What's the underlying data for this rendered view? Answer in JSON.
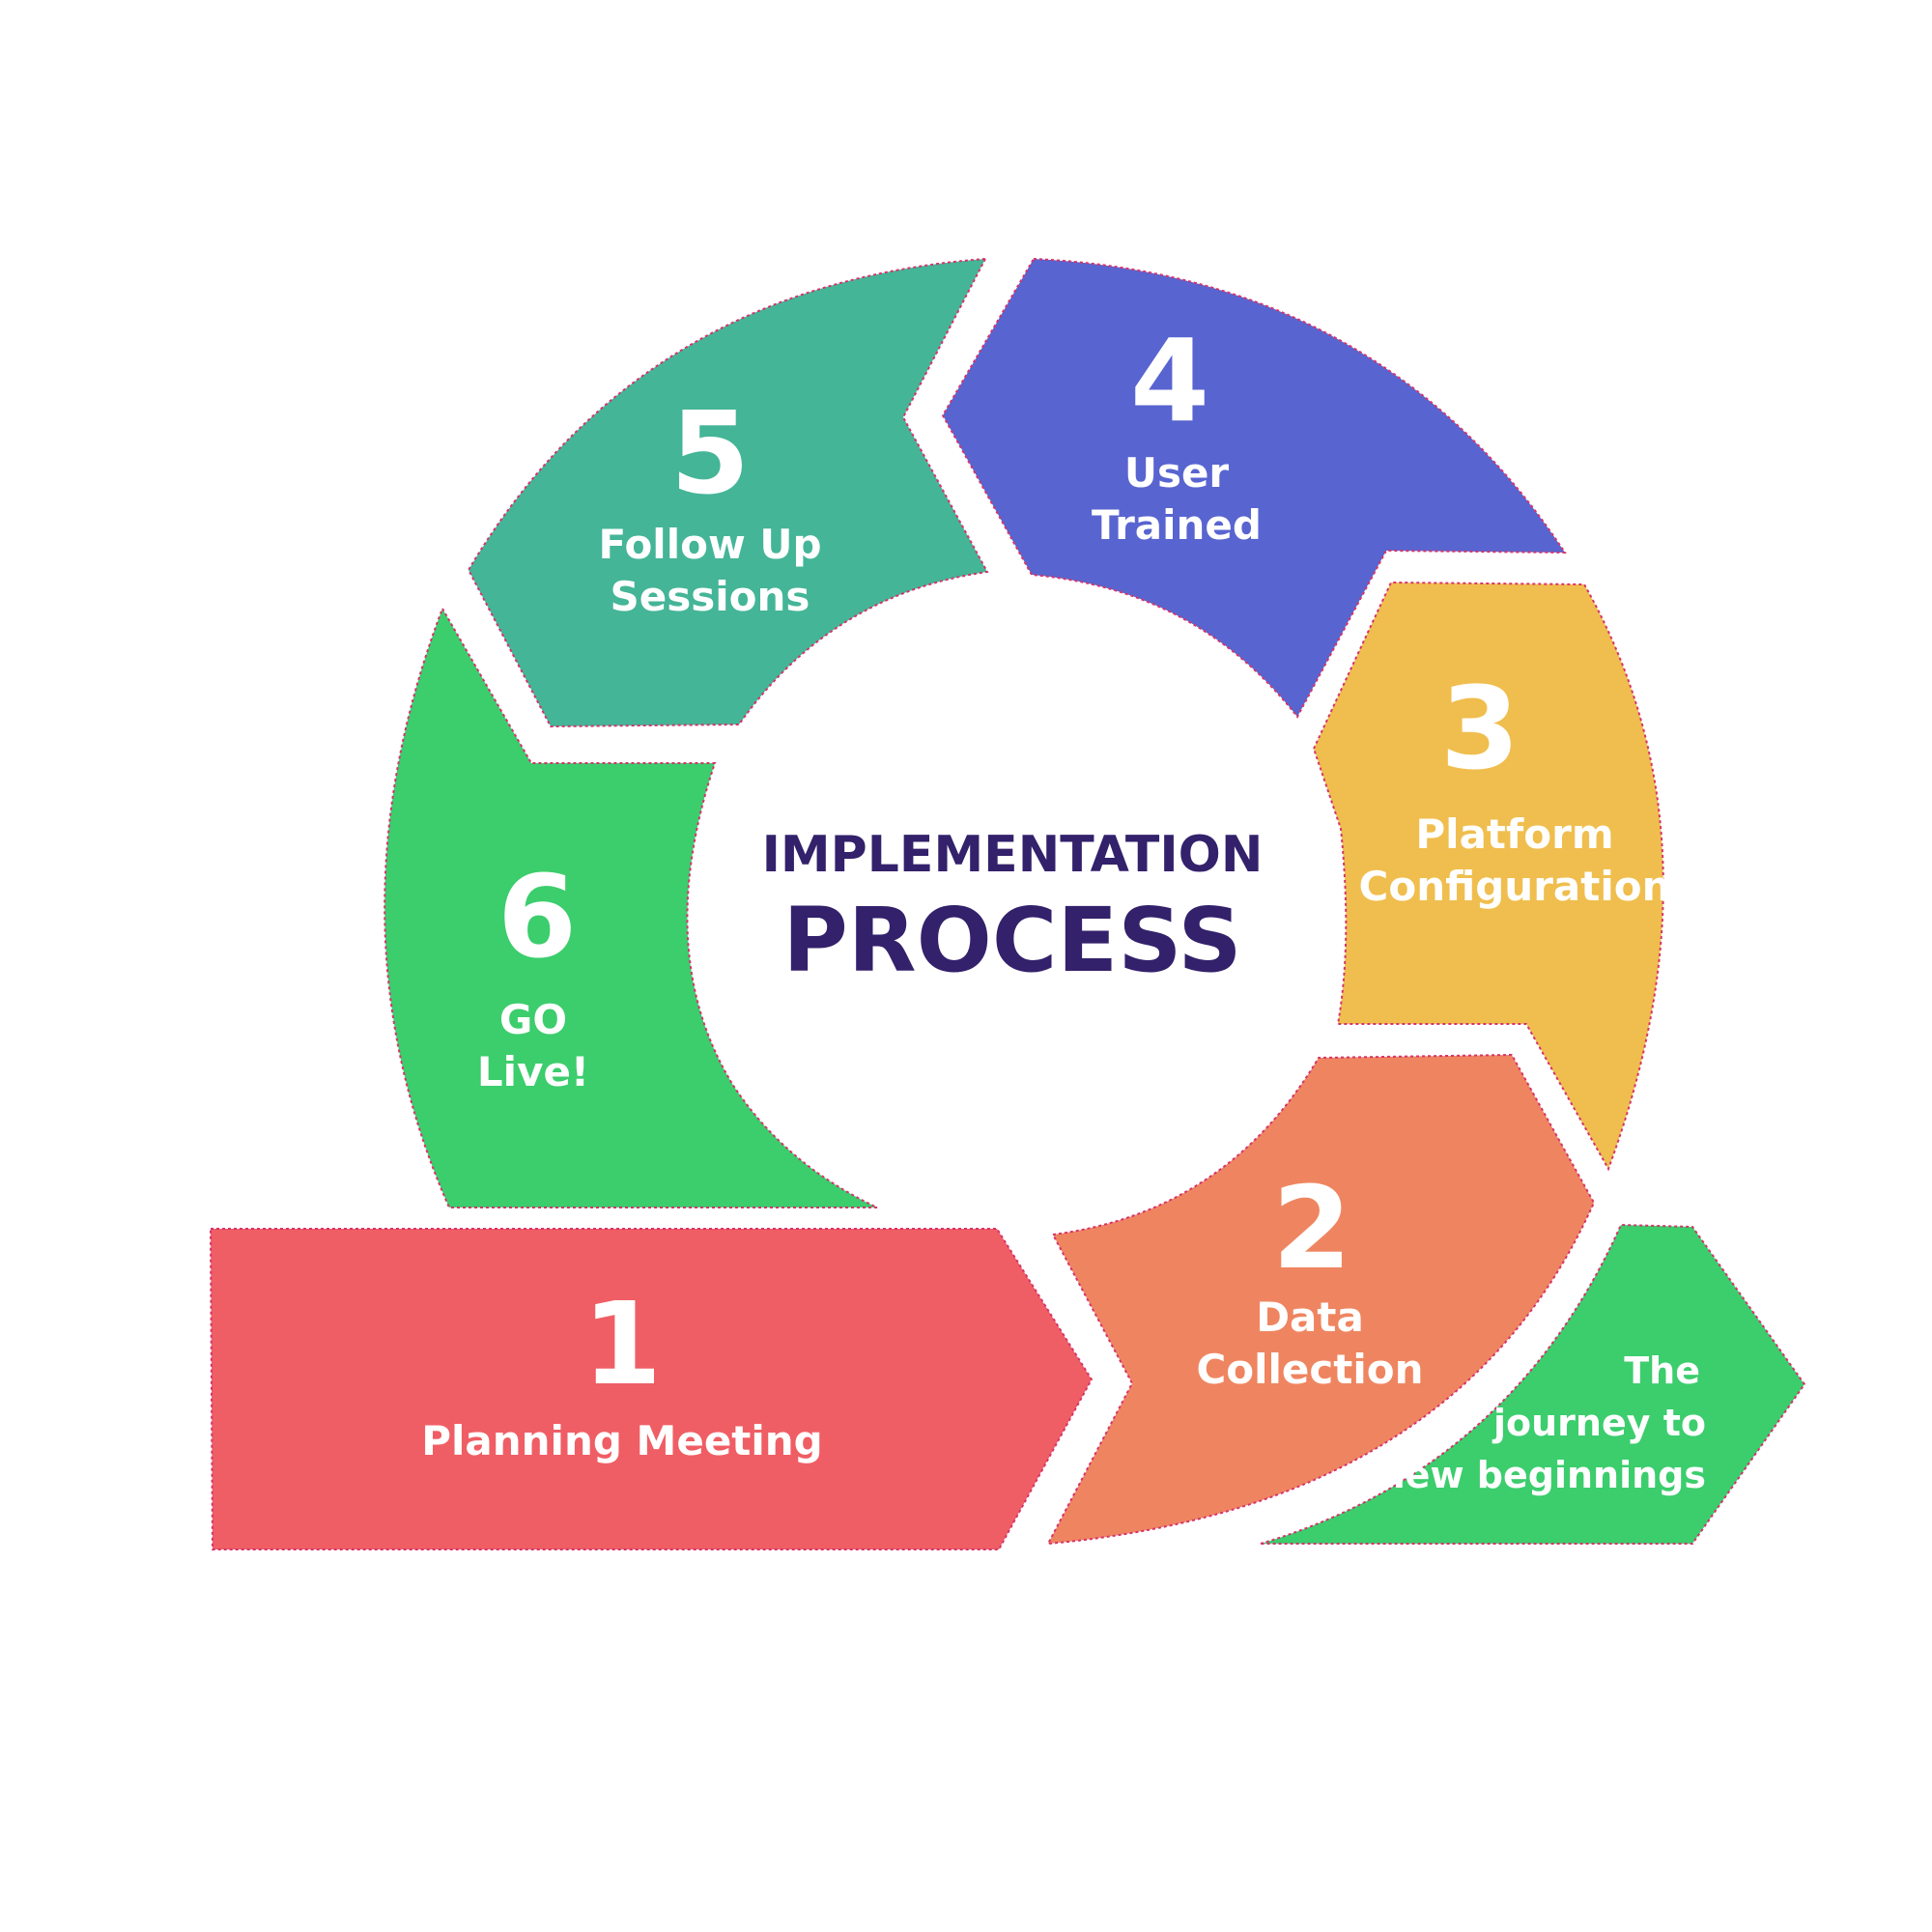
{
  "center": {
    "line1": "IMPLEMENTATION",
    "line2": "PROCESS"
  },
  "steps": [
    {
      "number": "1",
      "label_lines": [
        "Planning Meeting"
      ],
      "color": "#ef5e64"
    },
    {
      "number": "2",
      "label_lines": [
        "Data",
        "Collection"
      ],
      "color": "#ef8560"
    },
    {
      "number": "3",
      "label_lines": [
        "Platform",
        "Configuration"
      ],
      "color": "#f0be4e"
    },
    {
      "number": "4",
      "label_lines": [
        "User",
        "Trained"
      ],
      "color": "#5865d0"
    },
    {
      "number": "5",
      "label_lines": [
        "Follow Up",
        "Sessions"
      ],
      "color": "#45b597"
    },
    {
      "number": "6",
      "label_lines": [
        "GO",
        "Live!"
      ],
      "color": "#3ccd6d"
    }
  ],
  "final": {
    "label_lines": [
      "The",
      "journey to",
      "new  beginnings"
    ],
    "color": "#3ccd6d"
  },
  "colors": {
    "center_text": "#33216b",
    "outline": "#d6336c"
  }
}
